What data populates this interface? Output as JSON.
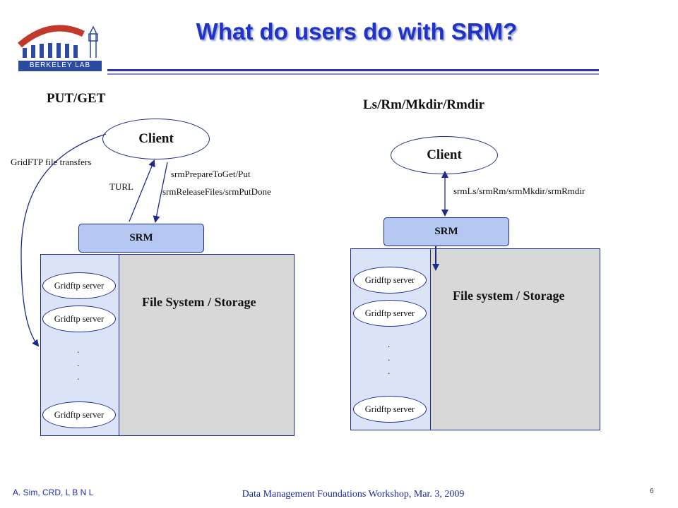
{
  "title": "What do users do with SRM?",
  "logo": {
    "text": "BERKELEY LAB"
  },
  "left": {
    "section_title": "PUT/GET",
    "client": "Client",
    "srm": "SRM",
    "storage": "File System / Storage",
    "gridftp_servers": [
      "Gridftp server",
      "Gridftp server",
      "Gridftp server"
    ],
    "labels": {
      "transfers": "GridFTP file transfers",
      "turl": "TURL",
      "prepare": "srmPrepareToGet/Put",
      "release": "srmReleaseFiles/srmPutDone"
    }
  },
  "right": {
    "section_title": "Ls/Rm/Mkdir/Rmdir",
    "client": "Client",
    "srm": "SRM",
    "storage": "File system / Storage",
    "gridftp_servers": [
      "Gridftp server",
      "Gridftp server",
      "Gridftp server"
    ],
    "labels": {
      "ops": "srmLs/srmRm/srmMkdir/srmRmdir"
    }
  },
  "footer": {
    "author": "A. Sim, CRD, L B N L",
    "event": "Data Management Foundations Workshop,  Mar. 3, 2009",
    "page": "6"
  },
  "colors": {
    "title": "#1f33c8",
    "srm_fill": "#b4c8f2",
    "gridftp_column": "#dbe4f6",
    "storage_fill": "#d8d8d8",
    "outline": "#1d2a8c"
  }
}
